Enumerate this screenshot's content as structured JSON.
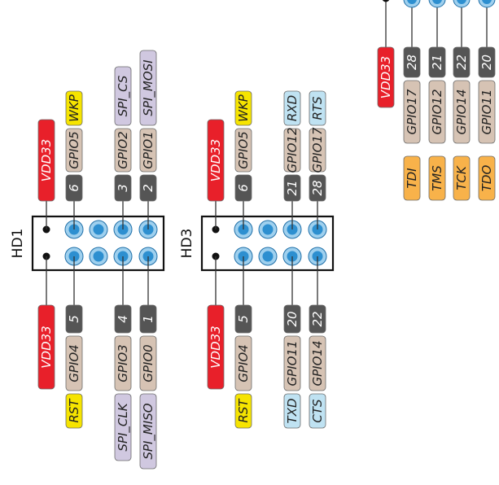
{
  "colors": {
    "vdd": "#e8202a",
    "num": "#555555",
    "gpio": "#d6c3b4",
    "spi": "#d0c8e0",
    "wkp_rst": "#f6e400",
    "uart": "#bfe2f2",
    "jtag": "#f8b24a",
    "pin": "#2d8fd0",
    "pin_ring": "#9fd0ee"
  },
  "headers": [
    {
      "name": "HD1",
      "top": [
        {
          "vdd": "VDD33"
        },
        {
          "num": "6",
          "gpio": "GPIO5",
          "func": "WKP",
          "func_color": "wkp_rst"
        },
        {},
        {
          "num": "3",
          "gpio": "GPIO2",
          "func": "SPI_CS",
          "func_color": "spi"
        },
        {
          "num": "2",
          "gpio": "GPIO1",
          "func": "SPI_MOSI",
          "func_color": "spi"
        }
      ],
      "bottom": [
        {
          "vdd": "VDD33"
        },
        {
          "num": "5",
          "gpio": "GPIO4",
          "func": "RST",
          "func_color": "wkp_rst"
        },
        {},
        {
          "num": "4",
          "gpio": "GPIO3",
          "func": "SPI_CLK",
          "func_color": "spi"
        },
        {
          "num": "1",
          "gpio": "GPIO0",
          "func": "SPI_MISO",
          "func_color": "spi"
        }
      ]
    },
    {
      "name": "HD3",
      "top": [
        {
          "vdd": "VDD33"
        },
        {
          "num": "6",
          "gpio": "GPIO5",
          "func": "WKP",
          "func_color": "wkp_rst"
        },
        {},
        {
          "num": "21",
          "gpio": "GPIO12",
          "func": "RXD",
          "func_color": "uart"
        },
        {
          "num": "28",
          "gpio": "GPIO17",
          "func": "RTS",
          "func_color": "uart"
        }
      ],
      "bottom": [
        {
          "vdd": "VDD33"
        },
        {
          "num": "5",
          "gpio": "GPIO4",
          "func": "RST",
          "func_color": "wkp_rst"
        },
        {},
        {
          "num": "20",
          "gpio": "GPIO11",
          "func": "TXD",
          "func_color": "uart"
        },
        {
          "num": "22",
          "gpio": "GPIO14",
          "func": "CTS",
          "func_color": "uart"
        }
      ]
    }
  ],
  "jtag": [
    {
      "vdd": "VDD33"
    },
    {
      "num": "28",
      "gpio": "GPIO17",
      "func": "TDI",
      "func_color": "jtag"
    },
    {
      "num": "21",
      "gpio": "GPIO12",
      "func": "TMS",
      "func_color": "jtag"
    },
    {
      "num": "22",
      "gpio": "GPIO14",
      "func": "TCK",
      "func_color": "jtag"
    },
    {
      "num": "20",
      "gpio": "GPIO11",
      "func": "TDO",
      "func_color": "jtag"
    }
  ]
}
